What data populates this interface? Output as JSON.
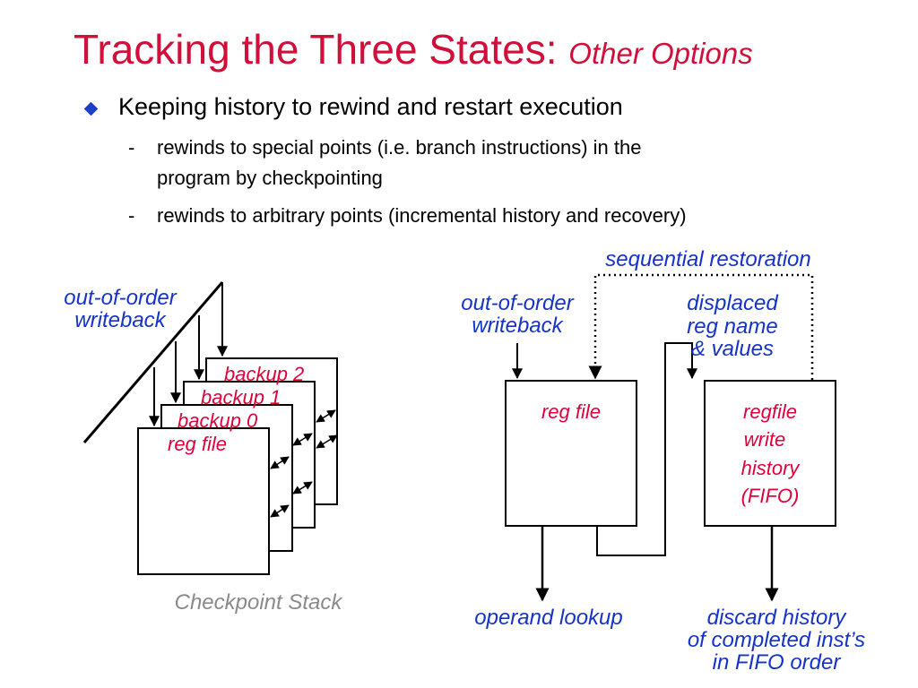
{
  "slide": {
    "title_main": "Tracking the Three States: ",
    "title_sub": "Other Options",
    "bullet": "Keeping history to rewind and restart execution",
    "sub_bullets": [
      {
        "dash": "-",
        "line1": "rewinds to special points (i.e. branch instructions) in the",
        "line2": "program by checkpointing"
      },
      {
        "dash": "-",
        "line1": "rewinds to arbitrary points (incremental history and recovery)",
        "line2": ""
      }
    ]
  },
  "checkpoint": {
    "writeback_line1": "out-of-order",
    "writeback_line2": "writeback",
    "backup2": "backup 2",
    "backup1": "backup 1",
    "backup0": "backup 0",
    "regfile": "reg file",
    "caption": "Checkpoint Stack"
  },
  "history": {
    "sequential": "sequential restoration",
    "writeback_line1": "out-of-order",
    "writeback_line2": "writeback",
    "displaced_line1": "displaced",
    "displaced_line2": "reg name",
    "displaced_line3": "& values",
    "regfile": "reg file",
    "fifo_line1": "regfile",
    "fifo_line2": "write",
    "fifo_line3": "history",
    "fifo_line4": "(FIFO)",
    "operand_lookup": "operand lookup",
    "discard_line1": "discard history",
    "discard_line2": "of completed inst’s",
    "discard_line3": "in FIFO order"
  },
  "colors": {
    "title": "#d0103a",
    "label_blue": "#1533c6",
    "label_red": "#e0003a",
    "caption_gray": "#8a8a8a",
    "bullet": "#1a3fc8"
  }
}
